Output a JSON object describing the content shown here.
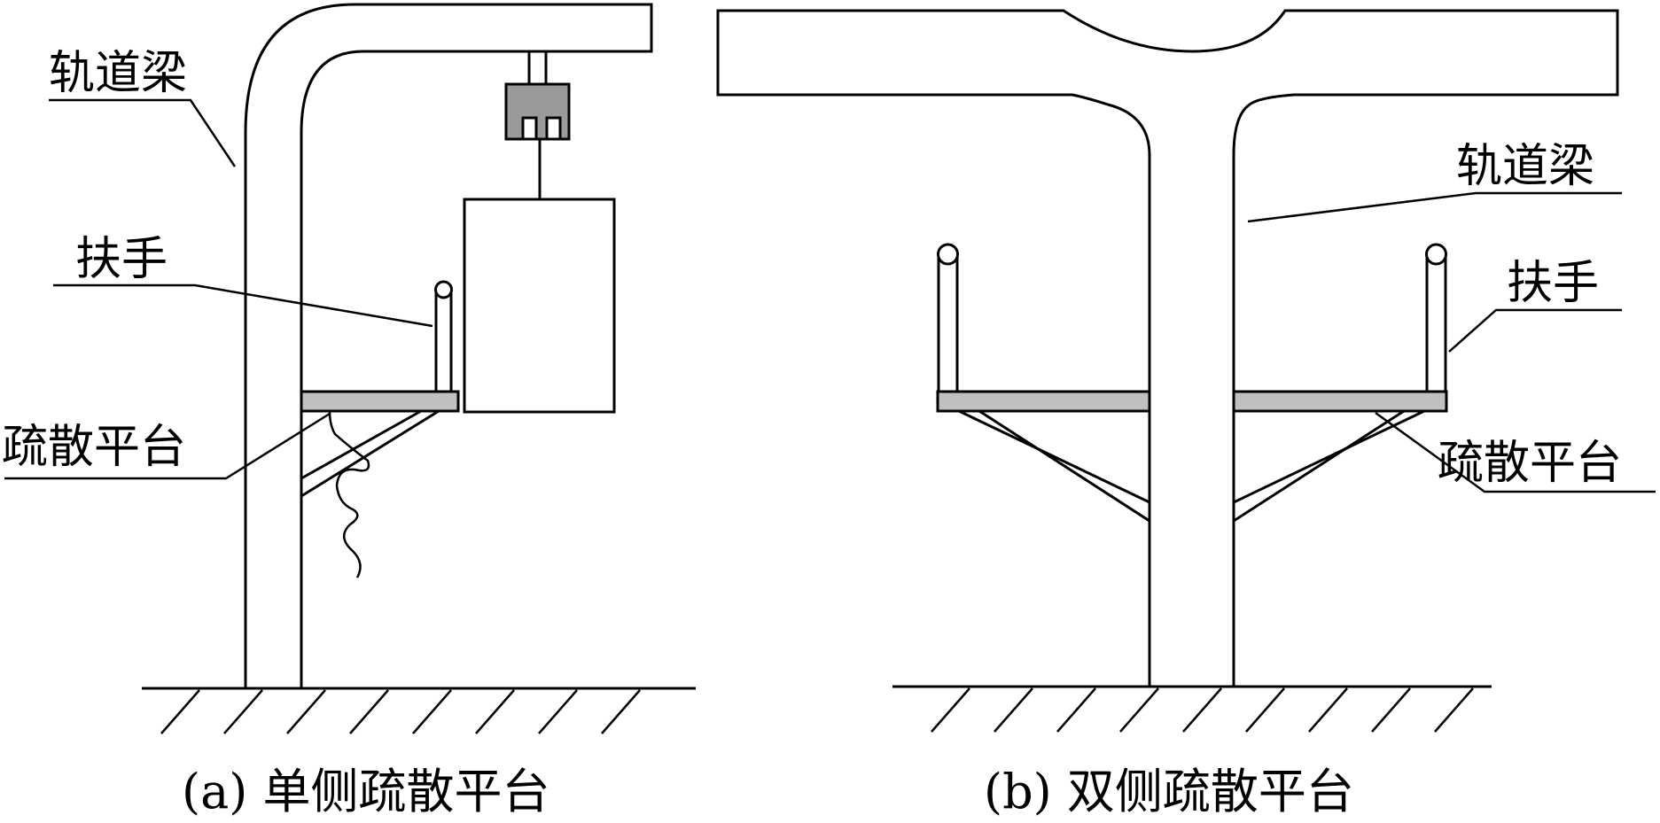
{
  "panel_a": {
    "labels": {
      "track_beam": "轨道梁",
      "handrail": "扶手",
      "platform": "疏散平台"
    },
    "caption": "(a) 单侧疏散平台"
  },
  "panel_b": {
    "labels": {
      "track_beam": "轨道梁",
      "handrail": "扶手",
      "platform": "疏散平台"
    },
    "caption": "(b) 双侧疏散平台"
  }
}
